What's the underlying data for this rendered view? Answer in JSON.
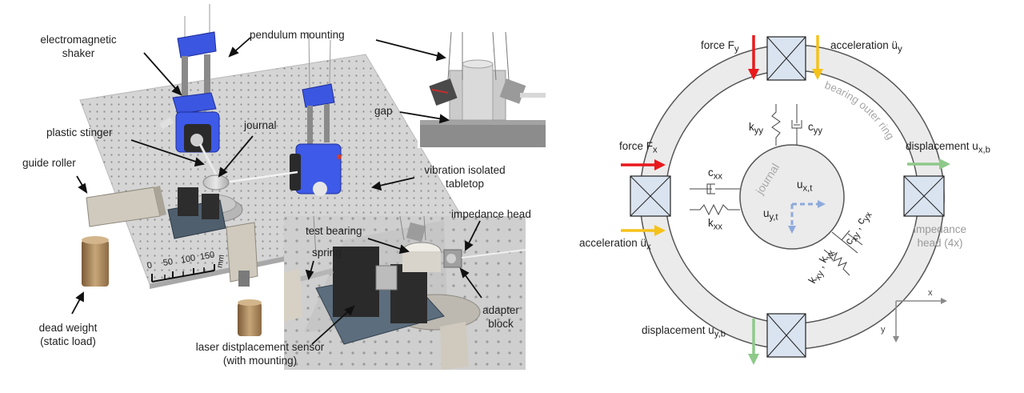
{
  "left": {
    "labels": {
      "electromagnetic_shaker": [
        "electromagnetic",
        "shaker"
      ],
      "pendulum_mounting": "pendulum mounting",
      "gap": "gap",
      "plastic_stinger": "plastic stinger",
      "journal": "journal",
      "guide_roller": "guide roller",
      "vibration_isolated_tabletop": [
        "vibration isolated",
        "tabletop"
      ],
      "dead_weight": [
        "dead weight",
        "(static load)"
      ],
      "laser_sensor": [
        "laser distplacement sensor",
        "(with mounting)"
      ],
      "test_bearing": "test bearing",
      "impedance_head": "impedance head",
      "spring": "spring",
      "adapter_block": [
        "adapter",
        "block"
      ]
    },
    "scale": {
      "ticks": [
        "0",
        "50",
        "100",
        "150"
      ],
      "unit": "mm"
    }
  },
  "right": {
    "force_fy": "force F",
    "force_fy_sub": "y",
    "acceleration_uy": "acceleration ü",
    "acceleration_uy_sub": "y",
    "force_fx": "force F",
    "force_fx_sub": "x",
    "acceleration_ux": "acceleration ü",
    "acceleration_ux_sub": "x",
    "displacement_uxb": "displacement u",
    "displacement_uxb_sub": "x,b",
    "displacement_uyb": "displacement u",
    "displacement_uyb_sub": "y,b",
    "impedance_head": [
      "impedance",
      "head (4x)"
    ],
    "bearing_outer_ring": "bearing outer ring",
    "journal": "journal",
    "kyy": "k",
    "kyy_sub": "yy",
    "cyy": "c",
    "cyy_sub": "yy",
    "cxx": "c",
    "cxx_sub": "xx",
    "kxx": "k",
    "kxx_sub": "xx",
    "cxy_cyx": "c",
    "kxy_kyx": "k",
    "uxt": "u",
    "uxt_sub": "x,t",
    "uyt": "u",
    "uyt_sub": "y,t",
    "axis_x": "x",
    "axis_y": "y",
    "colors": {
      "force": "#e8191c",
      "acceleration": "#f5c21b",
      "displacement": "#8ec98a",
      "journal_arrow": "#8eaadb",
      "box_fill": "#dae4f0",
      "ring_fill": "#ebebeb"
    }
  }
}
